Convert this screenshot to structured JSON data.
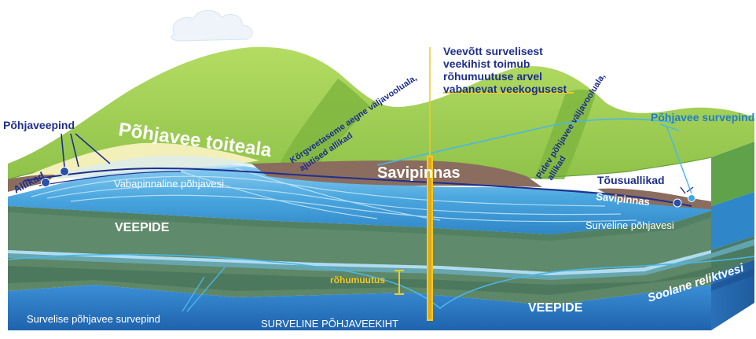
{
  "labels": {
    "pohjaveepind": "Põhjaveepind",
    "allikad": "Allikad",
    "toiteala": "Põhjavee toiteala",
    "korgveetaseme_line1": "Kõrgveetaseme aegne väljavooluala,",
    "korgveetaseme_line2": "ajutised allikad",
    "veevott_line1": "Veevõtt survelisest",
    "veevott_line2": "veekihist toimub",
    "veevott_line3": "rõhumuutuse arvel",
    "veevott_line4": "vabanevat veekogusest",
    "savipinnas_main": "Savipinnas",
    "pidev_line1": "Pidev põhjavee väljavooluala,",
    "pidev_line2": "allikad",
    "survepind": "Põhjavee survepind",
    "tousuallikad": "Tõusuallikad",
    "savipinnas_right": "Savipinnas",
    "vabapinnaline": "Vabapinnaline põhjavesi",
    "veepide_left": "VEEPIDE",
    "surveline_pohjavesi": "Surveline põhjavesi",
    "rohumuutus": "rõhumuutus",
    "soolane": "Soolane reliktvesi",
    "survelise_survepind": "Survelise põhjavee survepind",
    "surveline_kiht": "SURVELINE PÕHJAVEEKIHT",
    "veepide_right": "VEEPIDE"
  },
  "colors": {
    "grass": "#9fcf4f",
    "grass_dark": "#7fb640",
    "sand": "#f1efb8",
    "clay": "#8a6d5e",
    "aquifer_light": "#5fb7e5",
    "aquifer": "#2f8fd0",
    "aquitard": "#5f8a6b",
    "aquitard_dark": "#3f6a52",
    "deep_aquifer": "#2a78c4",
    "navy_text": "#1f2f8c",
    "cyan_line": "#48b7e8",
    "yellow": "#f4c920",
    "white_text": "#ffffff"
  }
}
